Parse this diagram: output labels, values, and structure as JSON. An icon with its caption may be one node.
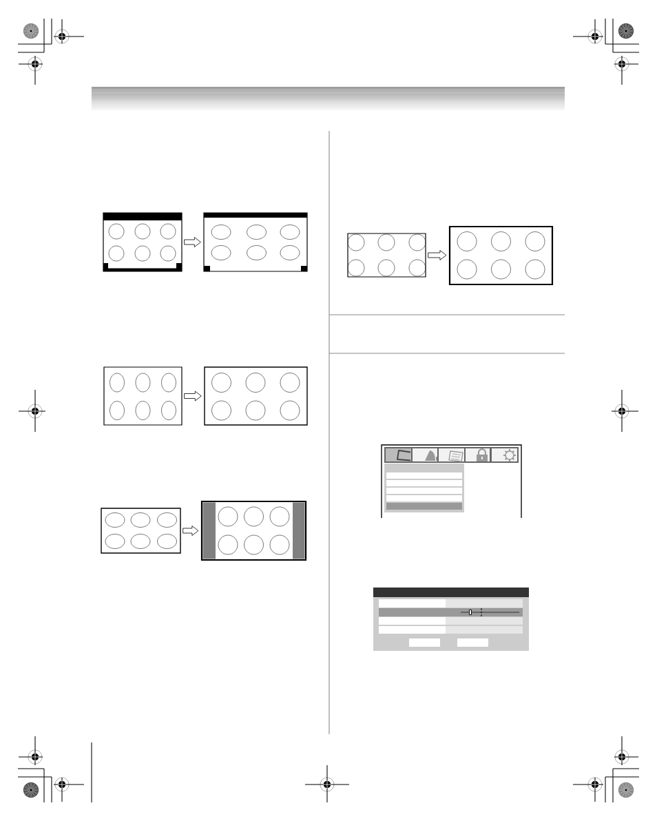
{
  "diagram": {
    "nodes": [
      {
        "text": [],
        "shape": "box"
      },
      {
        "text": [],
        "shape": "box"
      },
      {
        "text": [],
        "shape": "box"
      },
      {
        "text": [],
        "shape": "box"
      },
      {
        "text": [],
        "shape": "box"
      },
      {
        "text": [],
        "shape": "box"
      },
      {
        "text": [],
        "shape": "box"
      },
      {
        "text": [],
        "shape": "box"
      }
    ],
    "edges": [
      {
        "from": 0,
        "to": 1,
        "arrow": "to"
      },
      {
        "from": 2,
        "to": 3,
        "arrow": "to"
      },
      {
        "from": 4,
        "to": 5,
        "arrow": "to"
      },
      {
        "from": 6,
        "to": 7,
        "arrow": "to"
      }
    ]
  }
}
